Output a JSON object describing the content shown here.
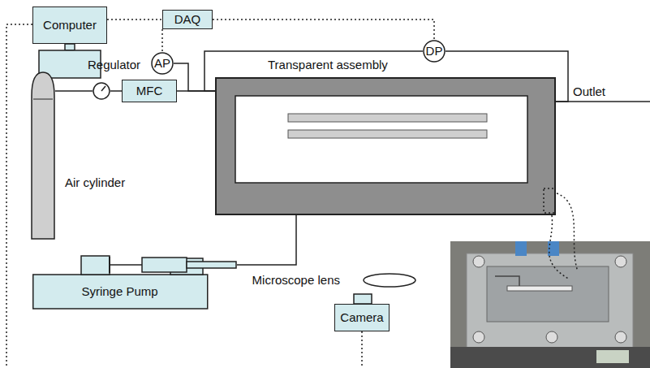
{
  "diagram": {
    "nodes": [
      {
        "text": [
          "Computer"
        ]
      },
      {
        "text": [
          "DAQ"
        ]
      },
      {
        "text": [
          "Regulator"
        ]
      },
      {
        "text": [
          "AP"
        ]
      },
      {
        "text": [
          "DP"
        ]
      },
      {
        "text": [
          "MFC"
        ]
      },
      {
        "text": [
          "Transparent assembly"
        ]
      },
      {
        "text": [
          "Air cylinder"
        ]
      },
      {
        "text": [
          "Syringe Pump"
        ]
      },
      {
        "text": [
          "Microscope lens"
        ]
      },
      {
        "text": [
          "Camera"
        ]
      }
    ],
    "edges": [
      {
        "from": 0,
        "to": 1,
        "arrow": "none"
      },
      {
        "from": 1,
        "to": 3,
        "arrow": "none"
      },
      {
        "from": 1,
        "to": 4,
        "arrow": "none"
      },
      {
        "from": 7,
        "to": 2,
        "arrow": "none"
      },
      {
        "from": 2,
        "to": 5,
        "arrow": "none"
      },
      {
        "from": 5,
        "to": 6,
        "arrow": "none"
      },
      {
        "from": 3,
        "to": 6,
        "arrow": "none"
      },
      {
        "from": 4,
        "to": 6,
        "arrow": "none"
      },
      {
        "from": 4,
        "to": 6,
        "arrow": "none"
      },
      {
        "from": 8,
        "to": 6,
        "arrow": "none"
      }
    ],
    "labels": [
      "Outlet"
    ]
  }
}
